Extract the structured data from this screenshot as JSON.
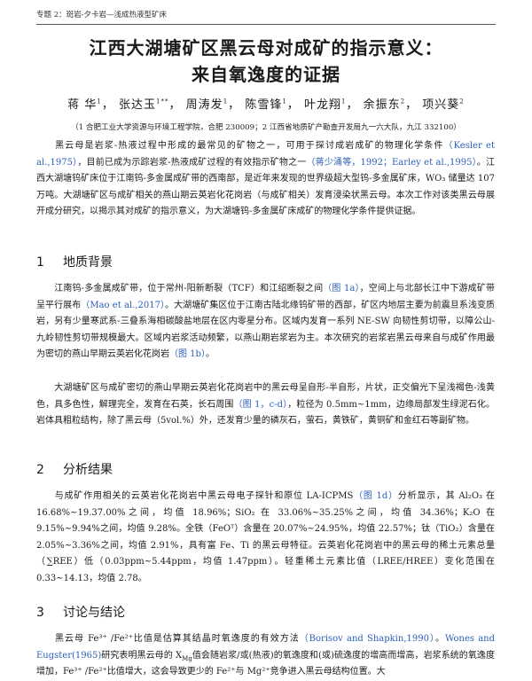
{
  "header": {
    "running_title": "专题 2：斑岩-夕卡岩—浅成热液型矿床"
  },
  "title": {
    "line1": "江西大湖塘矿区黑云母对成矿的指示意义：",
    "line2": "来自氧逸度的证据"
  },
  "authors": [
    {
      "name": "蒋 华",
      "sup": "1"
    },
    {
      "name": "张达玉",
      "sup": "1**"
    },
    {
      "name": "周涛发",
      "sup": "1"
    },
    {
      "name": "陈雪锋",
      "sup": "1"
    },
    {
      "name": "叶龙翔",
      "sup": "1"
    },
    {
      "name": "余振东",
      "sup": "2"
    },
    {
      "name": "项兴葵",
      "sup": "2"
    }
  ],
  "author_separator": "，",
  "affiliation": "（1 合肥工业大学资源与环境工程学院，合肥 230009；2 江西省地质矿产勘查开发局九一六大队，九江 332100）",
  "intro": {
    "s1": "黑云母是岩浆-热液过程中形成的最常见的矿物之一，可用于探讨成岩成矿的物理化学条件",
    "r1": "（Kesler et al.,1975）",
    "s2": "，目前已成为示踪岩浆-热液成矿过程的有效指示矿物之一",
    "r2": "（蒋少涌等，1992；Earley et al.,1995）",
    "s3": "。江西大湖塘钨矿床位于江南钨-多金属成矿带的西南部，是近年来发现的世界级超大型钨-多金属矿床，WO₃ 储量达 107 万吨。大湖塘矿区与成矿相关的燕山期云英岩化花岗岩（与成矿相关）发育浸染状黑云母。本次工作对该类黑云母展开成分研究，以揭示其对成矿的指示意义，为大湖塘钨-多金属矿床成矿的物理化学条件提供证据。"
  },
  "sections": [
    {
      "num": "1",
      "title": "地质背景"
    },
    {
      "num": "2",
      "title": "分析结果"
    },
    {
      "num": "3",
      "title": "讨论与结论"
    }
  ],
  "geo1": {
    "s1": "江南钨-多金属成矿带，位于常州-阳新断裂（TCF）和江绍断裂之间",
    "r1": "（图 1a）",
    "s2": "，空间上与北部长江中下游成矿带呈平行展布",
    "r2": "（Mao et al.,2017）",
    "s3": "。大湖塘矿集区位于江南古陆北缘钨矿带的西部，矿区内地层主要为前震旦系浅变质岩，另有少量寒武系-三叠系海相碳酸盐地层在区内零星分布。区域内发育一系列 NE-SW 向韧性剪切带，以障公山-九岭韧性剪切带规模最大。区域内岩浆活动频繁，以燕山期岩浆岩为主。本次研究的岩浆岩黑云母来自与成矿作用最为密切的燕山早期云英岩化花岗岩",
    "r3": "（图 1b）",
    "s4": "。"
  },
  "geo2": {
    "s1": "大湖塘矿区与成矿密切的燕山早期云英岩化花岗岩中的黑云母呈自形-半自形，片状，正交偏光下呈浅褐色-浅黄色，具多色性，解理完全，发育在石英，长石周围",
    "r1": "（图 1，c-d）",
    "s2": "，粒径为 0.5mm~1mm，边缘局部发生绿泥石化。岩体具粗粒结构，除了黑云母（5vol.%）外，还发育少量的磷灰石，萤石，黄铁矿，黄铜矿和金红石等副矿物。"
  },
  "res": {
    "s1": "与成矿作用相关的云英岩化花岗岩中黑云母电子探针和原位 LA-ICPMS",
    "r1": "（图 1d）",
    "s2": "分析显示，其 Al₂O₃ 在 16.68%~19.37.00%之间，均值 18.96%；SiO₂ 在 33.06%~35.25%之间，均值 34.36%；K₂O 在 9.15%~9.94%之间，均值 9.28%。全铁（FeOᵀ）含量在 20.07%~24.95%，均值 22.57%；钛（TiO₂）含量在 2.05%~3.36%之间，均值 2.91%，具有富 Fe、Ti 的黑云母特征。云英岩化花岗岩中的黑云母的稀土元素总量（∑REE）低（0.03ppm~5.44ppm，均值 1.47ppm）。轻重稀土元素比值（LREE/HREE）变化范围在 0.33~14.13，均值 2.78。"
  },
  "disc": {
    "s1": "黑云母 Fe³⁺ /Fe²⁺比值是估算其结晶时氧逸度的有效方法",
    "r1": "（Borisov and Shapkin,1990）",
    "s2": "。",
    "r2": "Wones and Eugster(1965)",
    "s3": "研究表明黑云母的 X",
    "sub": "Mg",
    "s4": "值会随岩浆/或(热液)的氧逸度和(或)硫逸度的增高而增高，岩浆系统的氧逸度增加，Fe³⁺ /Fe²⁺比值增大，这会导致更少的 Fe²⁺与 Mg²⁺竞争进入黑云母结构位置。大"
  }
}
